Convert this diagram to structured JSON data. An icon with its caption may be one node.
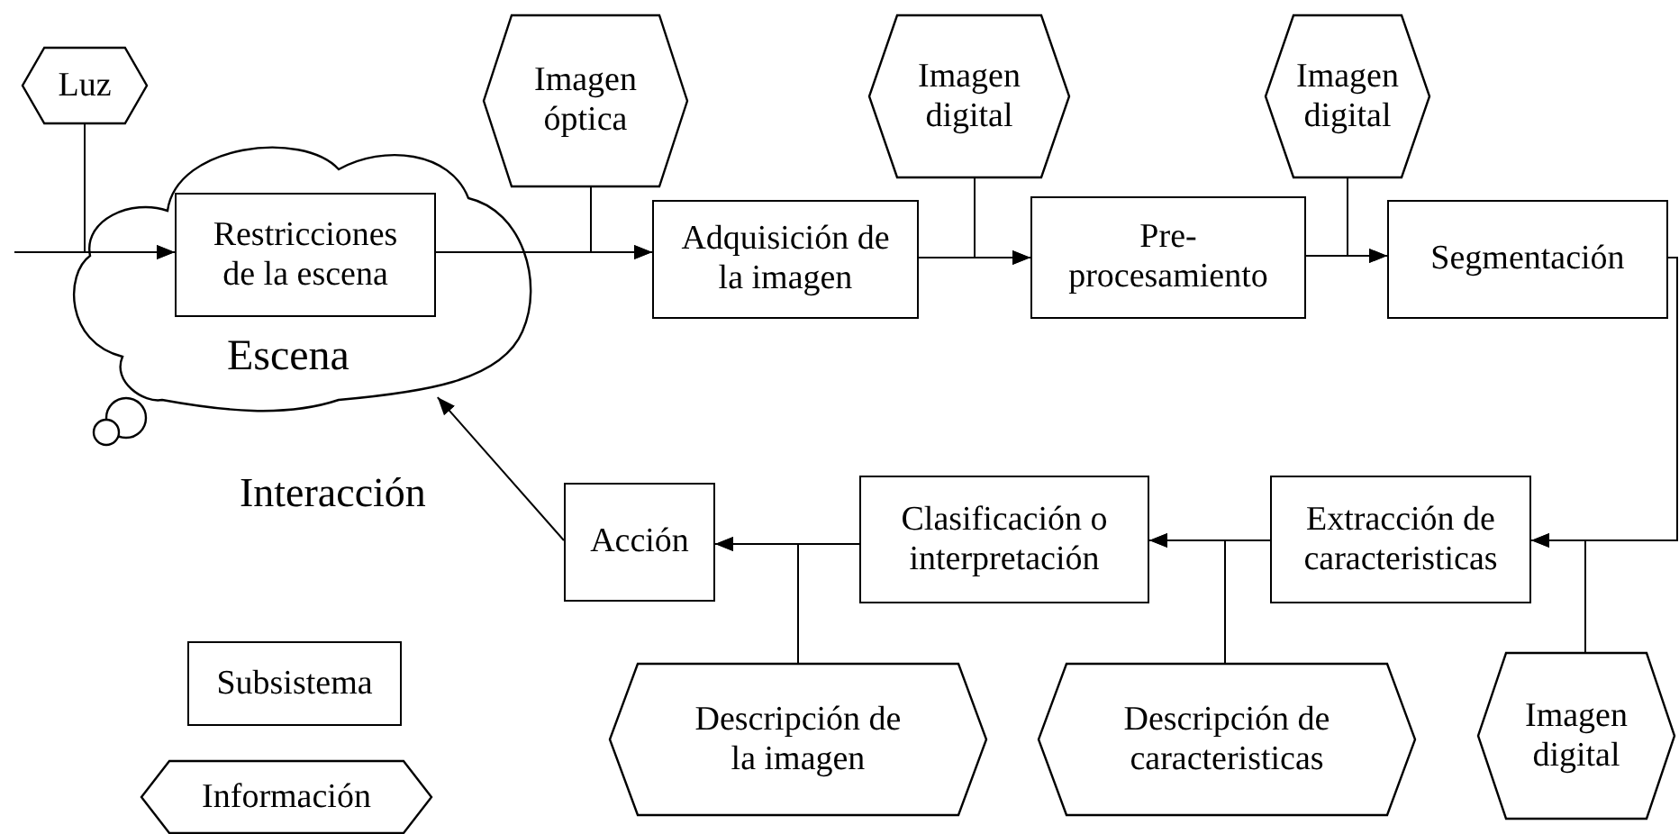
{
  "diagram": {
    "nodes": [
      {
        "text": [
          "Escena"
        ]
      },
      {
        "text": [
          "Restricciones de la escena"
        ],
        "in": 0
      },
      {
        "text": [
          "Luz"
        ]
      },
      {
        "text": [
          "Imagen óptica"
        ]
      },
      {
        "text": [
          "Adquisición de la imagen"
        ]
      },
      {
        "text": [
          "Imagen digital"
        ]
      },
      {
        "text": [
          "Pre- procesamiento"
        ]
      },
      {
        "text": [
          "Imagen digital"
        ]
      },
      {
        "text": [
          "Segmentación"
        ]
      },
      {
        "text": [
          "Extracción de caracteristicas"
        ]
      },
      {
        "text": [
          "Imagen digital"
        ]
      },
      {
        "text": [
          "Clasificación o interpretación"
        ]
      },
      {
        "text": [
          "Descripción de caracteristicas"
        ]
      },
      {
        "text": [
          "Acción"
        ]
      },
      {
        "text": [
          "Descripción de la imagen"
        ]
      },
      {
        "text": [
          "Subsistema"
        ]
      },
      {
        "text": [
          "Información"
        ]
      }
    ],
    "edges": [
      {
        "from": null,
        "to": 1,
        "arrow": "to"
      },
      {
        "from": 2,
        "to": 1,
        "arrow": "to"
      },
      {
        "from": 1,
        "to": 4,
        "arrow": "to"
      },
      {
        "from": 3,
        "to": 4,
        "arrow": "to"
      },
      {
        "from": 4,
        "to": 6,
        "arrow": "to"
      },
      {
        "from": 5,
        "to": 6,
        "arrow": "to"
      },
      {
        "from": 6,
        "to": 8,
        "arrow": "to"
      },
      {
        "from": 7,
        "to": 8,
        "arrow": "to"
      },
      {
        "from": 8,
        "to": 9,
        "arrow": "to"
      },
      {
        "from": 10,
        "to": 9,
        "arrow": "to"
      },
      {
        "from": 9,
        "to": 11,
        "arrow": "to"
      },
      {
        "from": 12,
        "to": 11,
        "arrow": "to"
      },
      {
        "from": 11,
        "to": 13,
        "arrow": "to"
      },
      {
        "from": 14,
        "to": 13,
        "arrow": "to"
      },
      {
        "from": 13,
        "to": 0,
        "arrow": "to"
      }
    ],
    "labels": [
      "Interacción"
    ]
  }
}
